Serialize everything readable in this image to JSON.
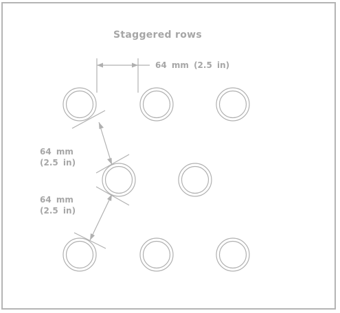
{
  "title": "Staggered rows",
  "horizontal_spacing": {
    "value": "64 mm",
    "imperial": "(2.5 in)",
    "text": "64  mm  (2.5  in)"
  },
  "vertical_spacing_upper": {
    "line1": "64  mm",
    "line2": "(2.5  in)"
  },
  "vertical_spacing_lower": {
    "line1": "64  mm",
    "line2": "(2.5  in)"
  },
  "rows": [
    {
      "row": 1,
      "holes": 3,
      "offset": "none"
    },
    {
      "row": 2,
      "holes": 2,
      "offset": "staggered"
    },
    {
      "row": 3,
      "holes": 3,
      "offset": "none"
    }
  ],
  "colors": {
    "stroke": "#b0b0b0",
    "text": "#a6a6a6",
    "border": "#b4b4b4"
  }
}
